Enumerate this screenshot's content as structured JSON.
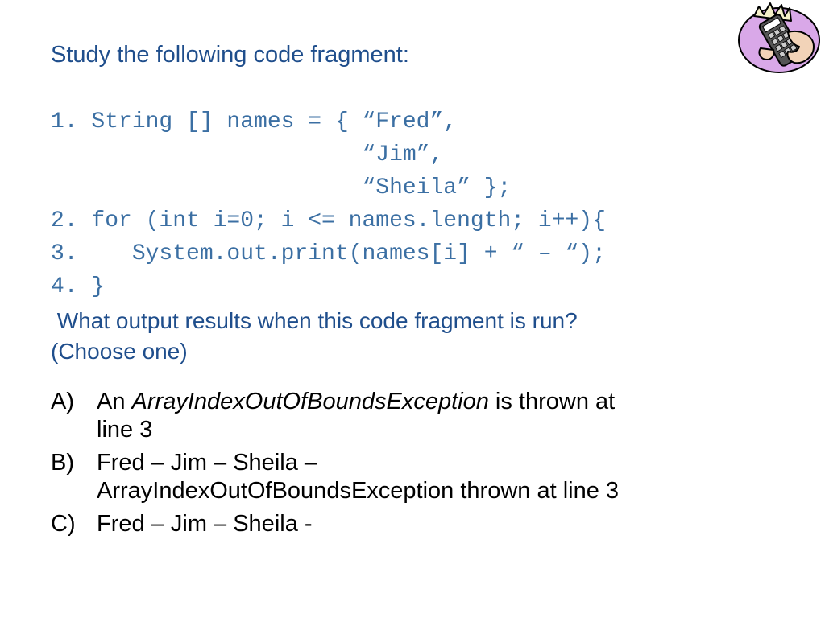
{
  "slide": {
    "title": "Study the following code fragment:",
    "code_lines": [
      "1. String [] names = { “Fred”,",
      "                       “Jim”,",
      "                       “Sheila” };",
      "2. for (int i=0; i <= names.length; i++){",
      "3.    System.out.print(names[i] + “ – “);",
      "4. }"
    ],
    "question_line1": " What output results when this code fragment is run?",
    "question_line2": "(Choose one)",
    "options": [
      {
        "letter": "A)",
        "prefix": "An ",
        "emphasis": "ArrayIndexOutOfBoundsException",
        "suffix": " is thrown at",
        "line2": "line 3"
      },
      {
        "letter": "B)",
        "line1": "Fred – Jim – Sheila –",
        "line2": "ArrayIndexOutOfBoundsException thrown at line 3"
      },
      {
        "letter": "C)",
        "line1": "Fred – Jim – Sheila -"
      }
    ],
    "clipart_icon": "hand-holding-remote-icon",
    "colors": {
      "title": "#1f4e8c",
      "code": "#3b6fa3",
      "options": "#000000",
      "clipart_background": "#d9a8e8"
    }
  }
}
